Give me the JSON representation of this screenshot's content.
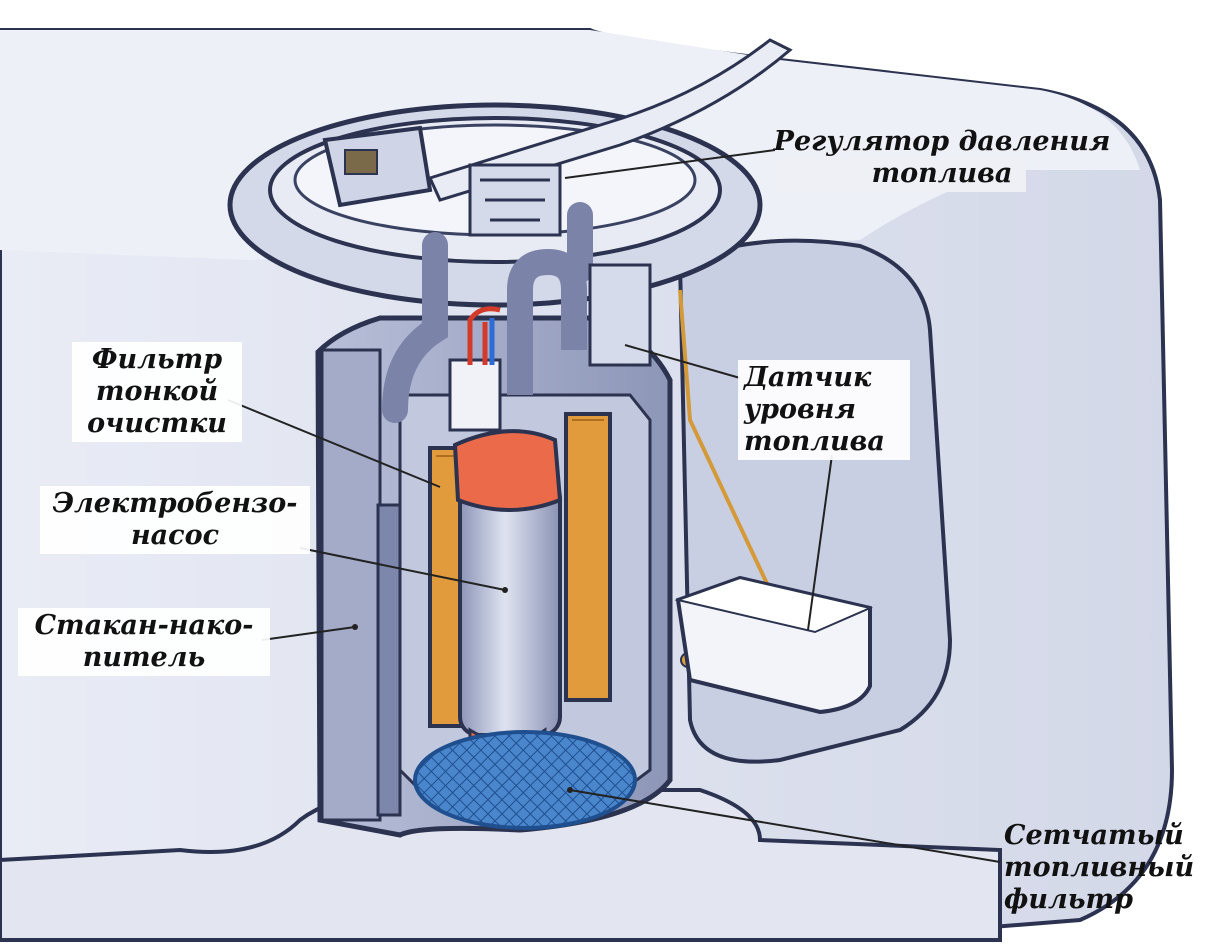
{
  "labels": {
    "regulator": "Регулятор давления\nтоплива",
    "fine_filter": "Фильтр\nтонкой\nочистки",
    "pump": "Электробензо-\nнасос",
    "cup": "Стакан-нако-\nпитель",
    "level_sensor": "Датчик\nуровня\nтоплива",
    "mesh_filter": "Сетчатый\nтопливный\nфильтр"
  },
  "colors": {
    "tank": "#dde1ee",
    "tank_outline": "#2b3350",
    "module_body": "#9fa7c6",
    "filter_element": "#e19a3c",
    "pump_top": "#ea6a4a",
    "mesh": "#3e7fc8"
  }
}
